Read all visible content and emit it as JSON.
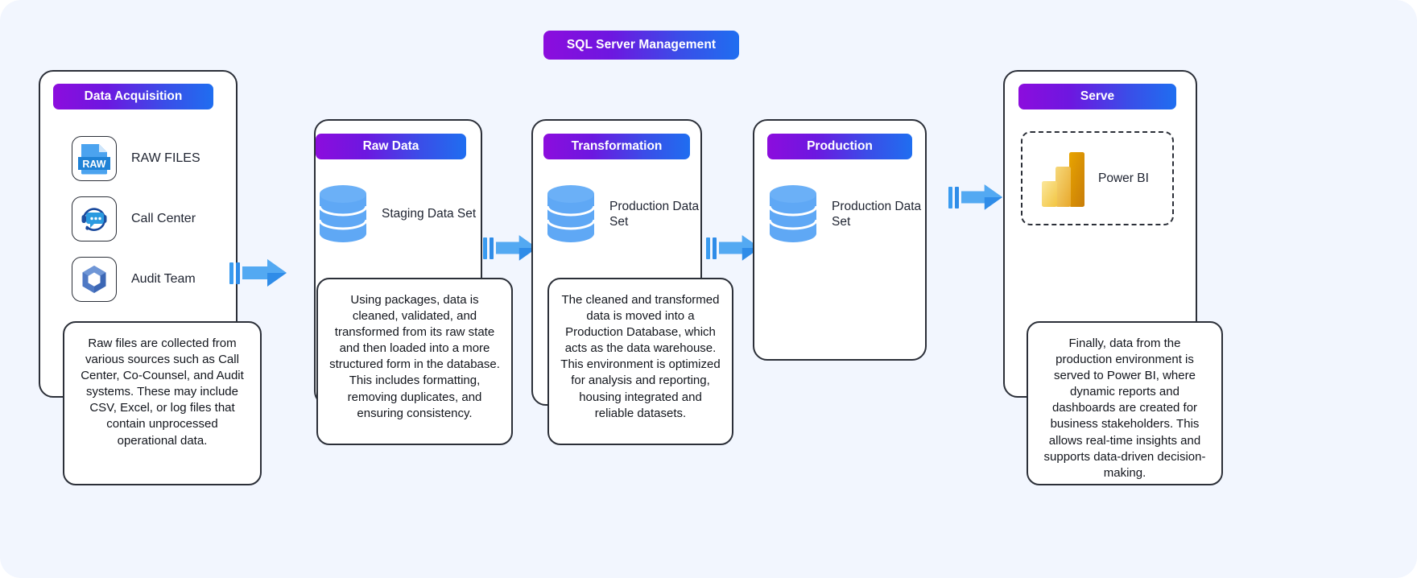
{
  "diagram": {
    "title": "SQL Server Management",
    "background_color": "#f2f6fe",
    "accent_gradient_from": "#8c0ddd",
    "accent_gradient_to": "#1f6ef0",
    "stroke_color": "#2b2f38",
    "arrow_color": "#3a9bf0",
    "db_icon_color": "#5fa8f5"
  },
  "stages": {
    "acquisition": {
      "header": "Data Acquisition",
      "sources": [
        {
          "icon": "raw-file-icon",
          "label": "RAW FILES"
        },
        {
          "icon": "call-center-icon",
          "label": "Call Center"
        },
        {
          "icon": "audit-team-icon",
          "label": "Audit Team"
        }
      ],
      "note": "Raw files are collected from various sources such as Call Center, Co-Counsel, and Audit systems. These may include CSV, Excel, or log files that contain unprocessed operational data."
    },
    "raw_data": {
      "header": "Raw Data",
      "dataset_icon": "database-icon",
      "dataset_label": "Staging Data Set",
      "note": "Using packages, data is cleaned, validated, and transformed from its raw state and then loaded into a more structured form in the database. This includes formatting, removing duplicates, and ensuring consistency."
    },
    "transformation": {
      "header": "Transformation",
      "dataset_icon": "database-icon",
      "dataset_label": "Production Data Set",
      "note": "The cleaned and transformed data is moved into a Production Database, which acts as the data warehouse. This environment is optimized for analysis and reporting, housing integrated and reliable datasets."
    },
    "production": {
      "header": "Production",
      "dataset_icon": "database-icon",
      "dataset_label": "Production Data Set"
    },
    "serve": {
      "header": "Serve",
      "tool_icon": "power-bi-icon",
      "tool_label": "Power BI",
      "note": "Finally, data from the production environment is served to Power BI, where dynamic reports and dashboards are created for business stakeholders. This allows real-time insights and supports data-driven decision-making."
    }
  },
  "arrows": [
    {
      "name": "arrow-acquisition-to-raw"
    },
    {
      "name": "arrow-raw-to-transformation"
    },
    {
      "name": "arrow-transformation-to-production"
    },
    {
      "name": "arrow-production-to-serve"
    }
  ]
}
